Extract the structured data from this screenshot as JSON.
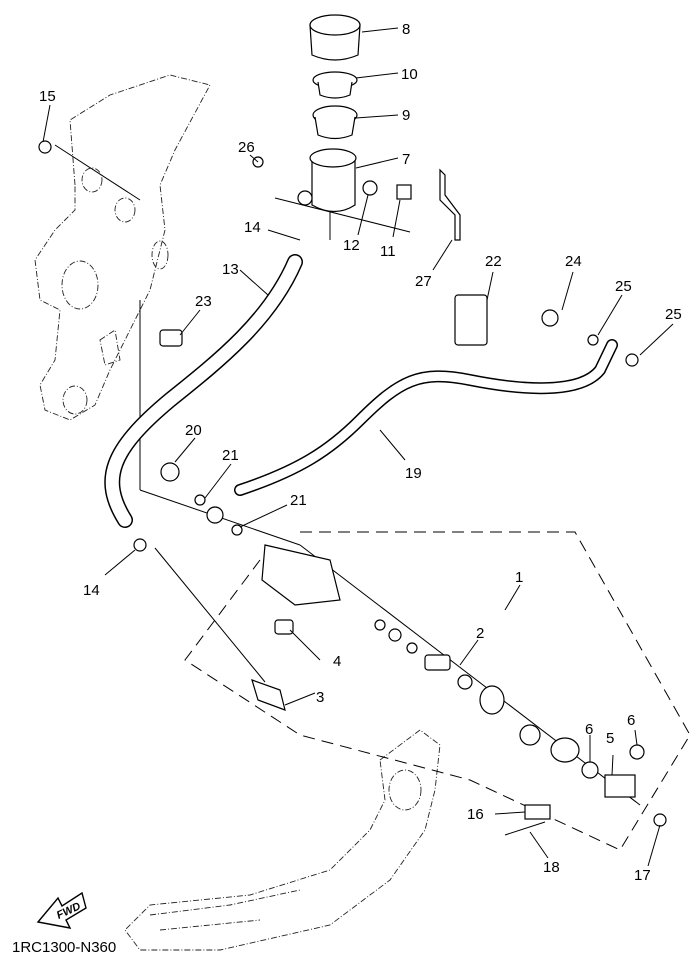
{
  "diagram": {
    "title_code": "1RC1300-N360",
    "fwd_label": "FWD",
    "callouts": [
      {
        "id": "c8",
        "label": "8"
      },
      {
        "id": "c10",
        "label": "10"
      },
      {
        "id": "c9",
        "label": "9"
      },
      {
        "id": "c7",
        "label": "7"
      },
      {
        "id": "c26",
        "label": "26"
      },
      {
        "id": "c14a",
        "label": "14"
      },
      {
        "id": "c12",
        "label": "12"
      },
      {
        "id": "c11",
        "label": "11"
      },
      {
        "id": "c27",
        "label": "27"
      },
      {
        "id": "c13",
        "label": "13"
      },
      {
        "id": "c15",
        "label": "15"
      },
      {
        "id": "c23",
        "label": "23"
      },
      {
        "id": "c22",
        "label": "22"
      },
      {
        "id": "c24",
        "label": "24"
      },
      {
        "id": "c25a",
        "label": "25"
      },
      {
        "id": "c25b",
        "label": "25"
      },
      {
        "id": "c19",
        "label": "19"
      },
      {
        "id": "c20",
        "label": "20"
      },
      {
        "id": "c21a",
        "label": "21"
      },
      {
        "id": "c21b",
        "label": "21"
      },
      {
        "id": "c1",
        "label": "1"
      },
      {
        "id": "c14b",
        "label": "14"
      },
      {
        "id": "c2",
        "label": "2"
      },
      {
        "id": "c4",
        "label": "4"
      },
      {
        "id": "c3",
        "label": "3"
      },
      {
        "id": "c6a",
        "label": "6"
      },
      {
        "id": "c6b",
        "label": "6"
      },
      {
        "id": "c5",
        "label": "5"
      },
      {
        "id": "c16",
        "label": "16"
      },
      {
        "id": "c18",
        "label": "18"
      },
      {
        "id": "c17",
        "label": "17"
      }
    ]
  }
}
